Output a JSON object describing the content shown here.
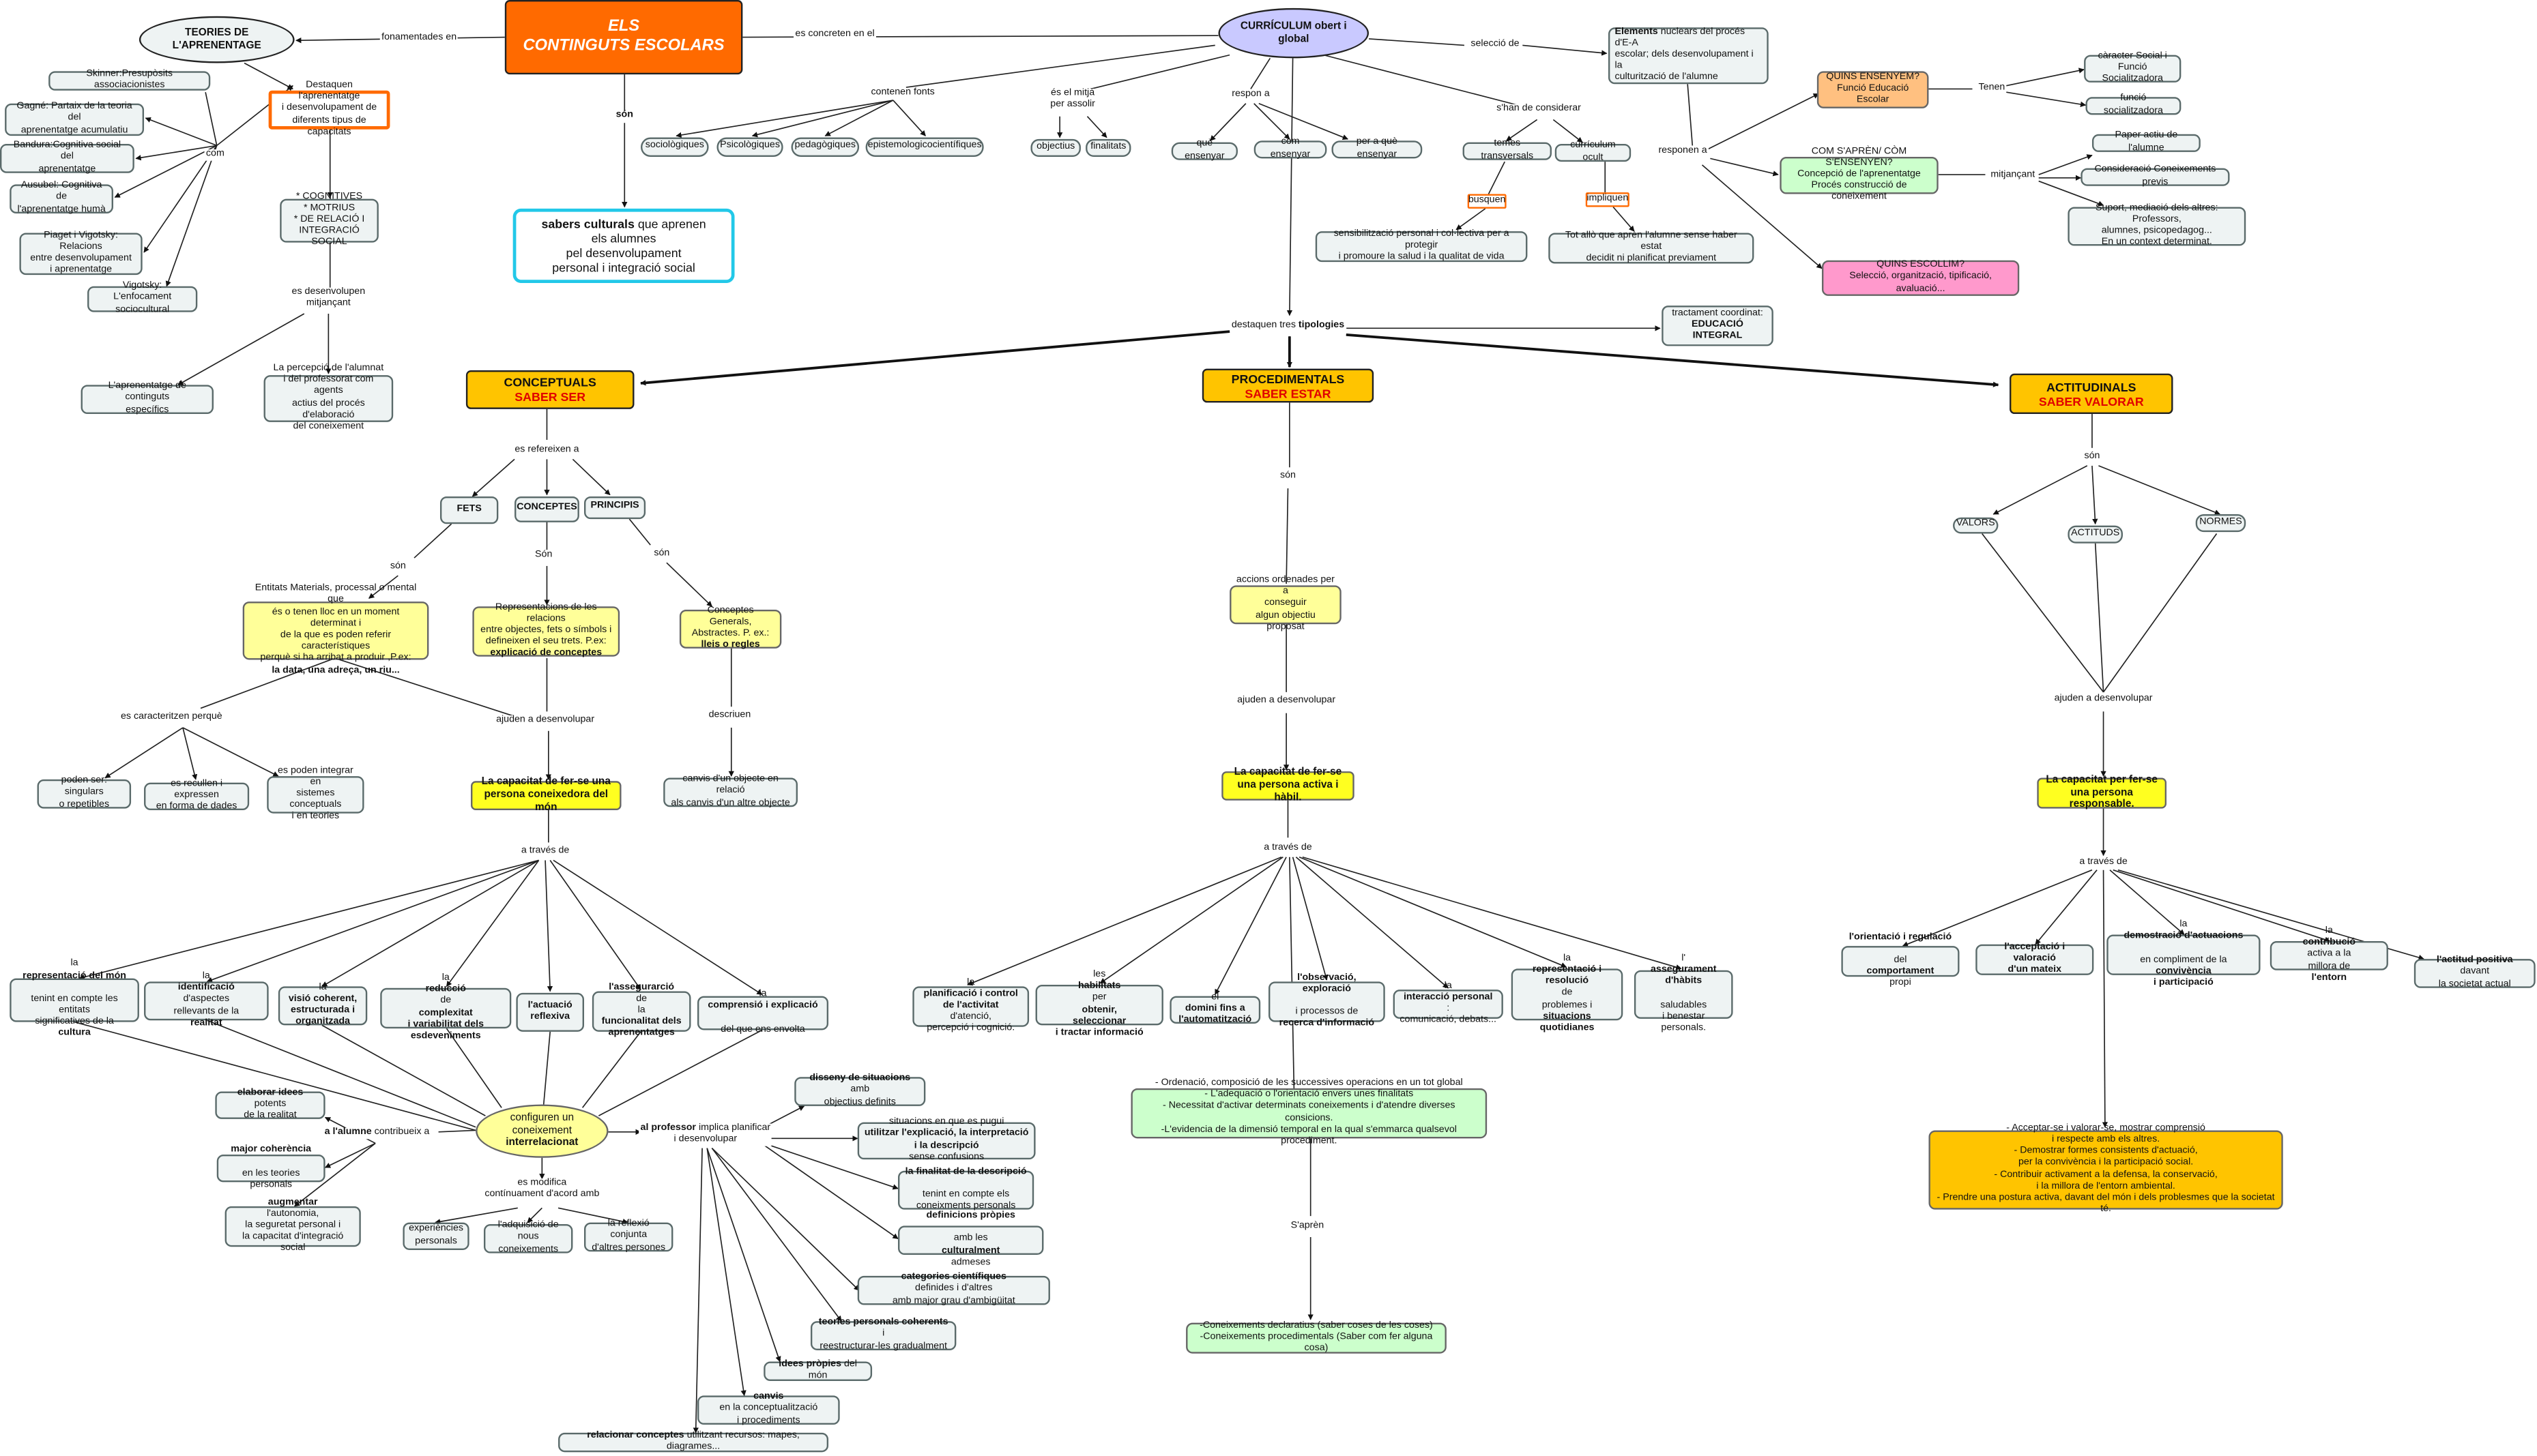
{
  "main": {
    "title": "ELS\nCONTINGUTS ESCOLARS"
  },
  "curriculum": {
    "title": "CURRÍCULUM obert i global"
  },
  "teories": {
    "title": "TEORIES DE L'APRENENTAGE",
    "authors": [
      "Skinner:Presupòsits associacionistes",
      "Gagné: Partaix de la teoria del\naprenentatge acumulatiu",
      "Bandura:Cognitiva social del\naprenentatge",
      "Ausubel: Cognitiva de\nl'aprenentatge humà",
      "Piaget i Vigotsky: Relacions\nentre desenvolupament\ni aprenentatge",
      "Vigotsky: L'enfocament\nsociocultural"
    ],
    "destaquen": "Destaquen l'aprenentatge\ni desenvolupament de\ndiferents tipus de capacitats",
    "capacitats": "* COGNITIVES\n* MOTRIUS\n* DE RELACIÓ I\nINTEGRACIÓ SOCIAL",
    "aprenentatge_especifics": "L'aprenentatge de continguts\nespecífics",
    "percepcio": "La percepció de l'alumnat\ni del professorat com agents\nactius del procés d'elaboració\ndel coneixement"
  },
  "sabers": {
    "bold": "sabers culturals",
    "rest": " que aprenen\nels alumnes\npel desenvolupament\npersonal i integració social"
  },
  "fonts": [
    "sociològiques",
    "Psicològiques",
    "pedagògiques",
    "epistemologicocientífiques"
  ],
  "assolir": [
    "objectius",
    "finalitats"
  ],
  "respon": [
    "què ensenyar",
    "com ensenyar",
    "per a què ensenyar"
  ],
  "considerar": [
    "temes transversals",
    "currículum ocult"
  ],
  "busquen": "busquen",
  "impliquen": "impliquen",
  "sensibilitzacio": "sensibilització personal i col·lectiva per a protegir\ni promoure la salud i la qualitat de vida",
  "tot_allo": "Tot allò que aprèn l'alumne sense haber estat\ndecidit ni planificat previament",
  "elements": {
    "bold": "Elements",
    "rest": " nuclears del procés d'E-A\nescolar; dels desenvolupament i la\nculturització de l'alumne"
  },
  "quins_ensenyem": "QUINS ENSENYEM?\nFunció Educació Escolar",
  "caracter": [
    "càracter Social i\nFunció Socialitzadora",
    "funció socialitzadora"
  ],
  "com_aprenen": "COM S'APRÈN/ CÒM S'ENSENYEN?\nConcepció de l'aprenentatge\nProcés construcció de coneixement",
  "mitjancant_items": [
    "Paper actiu de l'alumne",
    "Consideració Coneixements previs",
    "Suport, mediació dels altres: Professors,\nalumnes, psicopedagog...\nEn un context determinat."
  ],
  "quins_escollim": "QUINS ESCOLLIM?\nSelecció, organització, tipificació, avaluació...",
  "tractament": {
    "line1": "tractament coordinat:",
    "bold": "EDUCACIÓ INTEGRAL"
  },
  "types": {
    "conceptuals": {
      "title": "CONCEPTUALS",
      "sub": "SABER SER"
    },
    "procedimentals": {
      "title": "PROCEDIMENTALS",
      "sub": "SABER ESTAR"
    },
    "actitudinals": {
      "title": "ACTITUDINALS",
      "sub": "SABER VALORAR"
    }
  },
  "conceptuals": {
    "refer": [
      "FETS",
      "CONCEPTES",
      "PRINCIPIS"
    ],
    "fets_desc": {
      "rest": "Entitats Materials, processal o mental que\nés o tenen lloc en un moment determinat i\nde la que es poden referir característiques\nperquè si ha arribat a produir ,P.ex:",
      "bold": "la data, una adreça, un riu..."
    },
    "conceptes_desc": {
      "rest": "Representacions de les relacions\nentre objectes, fets o símbols i\ndefineixen el seu trets. P.ex:",
      "bold": "explicació de conceptes"
    },
    "principis_desc": {
      "rest": "Conceptes Generals,\nAbstractes. P. ex.:",
      "bold": "lleis o regles"
    },
    "caracteritzen": [
      "poden ser: singulars\no repetibles",
      "es recullen i expressen\nen forma de dades",
      "es poden integrar en\nsistemes conceptuals\ni en teories"
    ],
    "canvis": "canvis d'un objecte en relació\nals canvis d'un altre objecte",
    "capacitat": "La capacitat de fer-se una\npersona coneixedora del món",
    "through": [
      {
        "a": "la ",
        "b": "representació del món",
        "c": "\ntenint en compte les entitats\nsignificatives de la ",
        "d": "cultura"
      },
      {
        "a": "la ",
        "b": "identificació",
        "c": " d'aspectes\nrellevants de la ",
        "d": "realitat"
      },
      {
        "a": "la ",
        "b": "visió coherent,\nestructurada i\norganitzada",
        "c": "",
        "d": ""
      },
      {
        "a": "la ",
        "b": "reducció",
        "c": " de ",
        "d": "complexitat\ni variabilitat dels\nesdeveniments"
      },
      {
        "a": "",
        "b": "l'actuació\nreflexiva",
        "c": "",
        "d": ""
      },
      {
        "a": "",
        "b": "l'assegurarció",
        "c": " de\nla ",
        "d": "funcionalitat dels\naprenentatges"
      },
      {
        "a": "la ",
        "b": "comprensió i explicació",
        "c": "\ndel que ens envolta",
        "d": ""
      }
    ],
    "configuren": {
      "a": "configuren un coneixement\n",
      "b": "interrelacionat"
    },
    "alumne_items": [
      {
        "b": "elaborar idees",
        "c": " potents\nde la realitat"
      },
      {
        "b": "major coherència",
        "c": "\nen les teories personals"
      },
      {
        "b": "augmentar",
        "c": " l'autonomia,\nla seguretat personal i\nla capacitat d'integració social"
      }
    ],
    "modifica": [
      "experiències\npersonals",
      "l'adquisició de\nnous coneixements",
      "la reflexió conjunta\nd'altres persones"
    ],
    "professor_items": [
      {
        "b": "disseny de situacions",
        "c": " amb\nobjectius definits"
      },
      {
        "a": "situacions en que es pugui\n",
        "b": "utilitzar l'explicació, la interpretació\ni la descripció",
        "c": " sense confusions"
      },
      {
        "a": "",
        "b": "la finalitat de la descripció",
        "c": "\ntenint en compte els\nconeixments personals"
      },
      {
        "a": "",
        "b": "definicions pròpies",
        "c": "\namb les ",
        "d": "culturalment",
        "e": " admeses"
      },
      {
        "a": "",
        "b": "categories científiques",
        "c": " definides i d'altres\namb major grau d'ambigüitat"
      },
      {
        "a": "",
        "b": "teories personals coherents",
        "c": " i\nreestructurar-les gradualment"
      },
      {
        "a": "",
        "b": "idees pròpies",
        "c": " del món"
      },
      {
        "a": "",
        "b": "canvis",
        "c": " en la conceptualització\ni procediments"
      },
      {
        "a": "",
        "b": "relacionar conceptes",
        "c": " utilitzant recursos: mapes, diagrames..."
      }
    ]
  },
  "procedimentals": {
    "accions": "accions ordenades per a\nconseguir\nalgun objectiu proposat",
    "capacitat": "La capacitat de fer-se\nuna persona activa i hàbil.",
    "through": [
      {
        "a": "la ",
        "b": "planificació i control\nde l'activitat",
        "c": " d'atenció,\npercepció i cognició."
      },
      {
        "a": "les ",
        "b": "habilitats",
        "c": " per ",
        "d": "obtenir,\nseleccionar\ni tractar informació"
      },
      {
        "a": "el ",
        "b": "domini fins a\nl'automatització",
        "c": ""
      },
      {
        "a": "",
        "b": "l'observació, exploració",
        "c": "\ni processos de\n",
        "d": "recerca d'informació"
      },
      {
        "a": "la ",
        "b": "interacció personal",
        "c": ":\ncomunicació, debats..."
      },
      {
        "a": "la ",
        "b": "representació i\nresolució",
        "c": " de\nproblemes i ",
        "d": "situacions\nquotidianes"
      },
      {
        "a": "l'",
        "b": "assegurament\nd'hàbits",
        "c": "\nsaludables\ni benestar personals."
      }
    ],
    "ordenacio": "- Ordenació, composició de les successives operacions en un tot global\n- L'adequació o l'orientació envers unes finalitats\n- Necessitat d'activar determinats coneixements i d'atendre diverses consicions.\n-L'evidencia de la dimensió temporal en la qual s'emmarca qualsevol procediment.",
    "coneixements": "-Coneixements declaratius (saber coses de les coses)\n-Coneixements procedimentals (Saber com fer alguna cosa)"
  },
  "actitudinals": {
    "son": [
      "VALORS",
      "ACTITUDS",
      "NORMES"
    ],
    "capacitat": "La capacitat per fer-se\nuna persona responsable.",
    "through": [
      {
        "a": "",
        "b": "l'orientació i regulació",
        "c": "\ndel ",
        "d": "comportament",
        "e": " propi"
      },
      {
        "a": "",
        "b": "l'acceptació i valoració\nd'un mateix",
        "c": ""
      },
      {
        "a": "la ",
        "b": "demostració d'actuacions",
        "c": "\nen compliment de la ",
        "d": "convivència\ni participació"
      },
      {
        "a": "la ",
        "b": "contribució",
        "c": " activa a la\nmillora de ",
        "d": "l'entorn"
      },
      {
        "a": "",
        "b": "l'actitud positiva",
        "c": " davant\nla societat actual"
      }
    ],
    "acceptar": "- Acceptar-se i valorar-se, mostrar comprensió\ni respecte amb els altres.\n- Demostrar formes consistents d'actuació,\nper la convivència i la participació social.\n- Contribuir activament a la defensa, la conservació,\ni la millora de l'entorn ambiental.\n- Prendre una postura activa, davant del món i dels problesmes que la societat té."
  },
  "labels": {
    "fonamentades": "fonamentades en",
    "concreten": "es concreten en el",
    "son": "són",
    "com": "com",
    "desenvolupen": "es desenvolupen\nmitjançant",
    "contenen": "contenen fonts",
    "mitja": "és el mitjà\nper assolir",
    "respon": "respon a",
    "considerar": "s'han de considerar",
    "seleccio": "selecció de",
    "responen": "responen a",
    "tenen": "Tenen",
    "mitjancant": "mitjançant",
    "destaquen": "destaquen tres",
    "tipologies": "tipologies",
    "refereixen": "es refereixen a",
    "son_fets": "són",
    "son_conc": "Són",
    "son_princ": "són",
    "caracteritzen": "es caracteritzen perquè",
    "ajuden": "ajuden a desenvolupar",
    "descriuen": "descriuen",
    "atraves": "a través de",
    "alumne": "a l'alumne",
    "contribueix": " contribueix a",
    "professor": "al professor",
    "implica": " implica planificar\ni desenvolupar",
    "modifica": "es modifica\ncontínuament d'acord amb",
    "son_proc": "són",
    "ajuden_proc": "ajuden a desenvolupar",
    "atraves_proc": "a través de",
    "saprèn": "S'aprèn",
    "son_act": "són",
    "ajuden_act": "ajuden a desenvolupar",
    "atraves_act": "a través de"
  }
}
